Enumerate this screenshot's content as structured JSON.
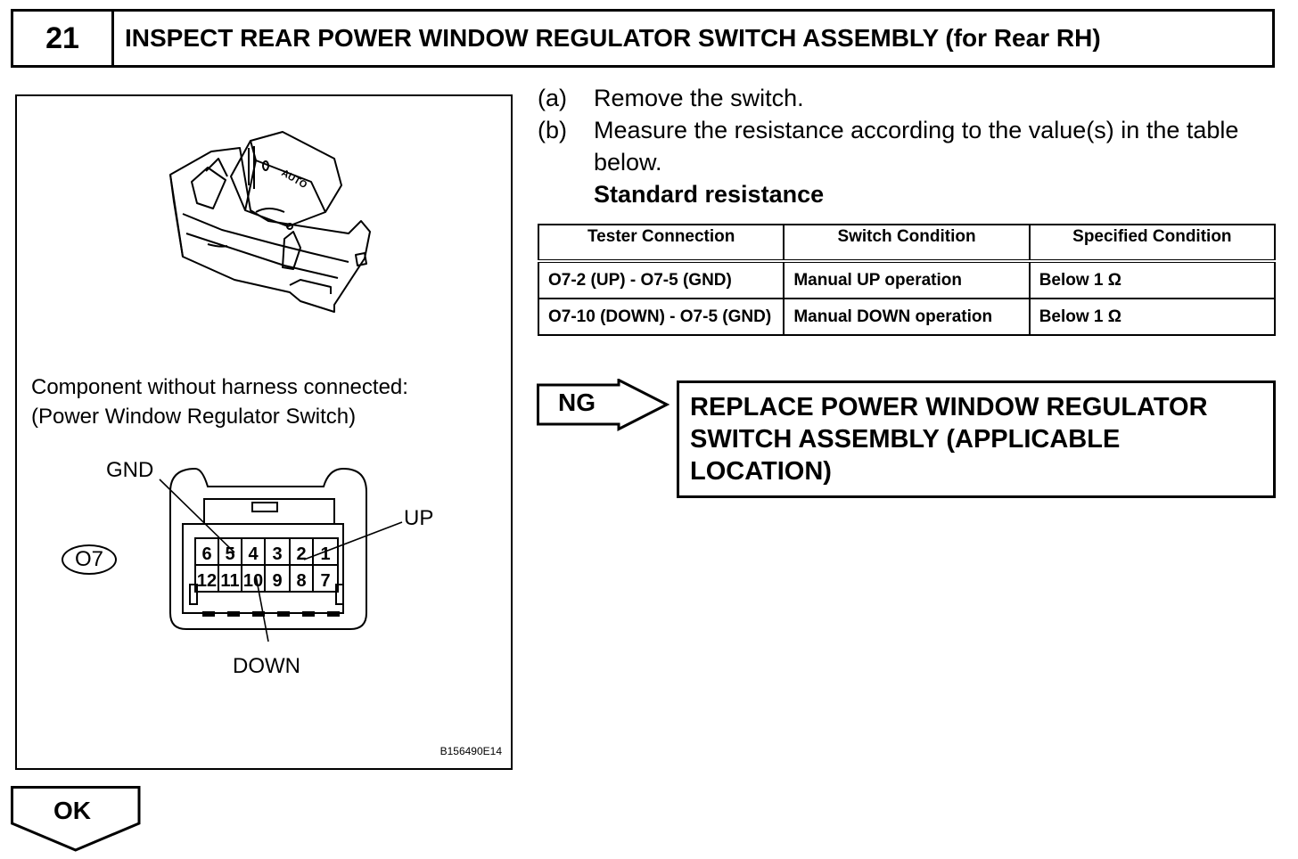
{
  "header": {
    "step_number": "21",
    "title": "INSPECT REAR POWER WINDOW REGULATOR SWITCH ASSEMBLY (for Rear RH)"
  },
  "figure": {
    "caption_line1": "Component without harness connected:",
    "caption_line2": "(Power Window Regulator Switch)",
    "connector_id": "O7",
    "label_gnd": "GND",
    "label_up": "UP",
    "label_down": "DOWN",
    "knob_text": "AUTO",
    "pins_top": [
      "6",
      "5",
      "4",
      "3",
      "2",
      "1"
    ],
    "pins_bottom": [
      "12",
      "11",
      "10",
      "9",
      "8",
      "7"
    ],
    "figure_code": "B156490E14"
  },
  "instructions": [
    {
      "mark": "(a)",
      "text": "Remove the switch."
    },
    {
      "mark": "(b)",
      "text": "Measure the resistance according to the value(s) in the table below."
    }
  ],
  "standard_heading": "Standard resistance",
  "table": {
    "headers": [
      "Tester Connection",
      "Switch Condition",
      "Specified Condition"
    ],
    "rows": [
      [
        "O7-2 (UP) - O7-5 (GND)",
        "Manual UP operation",
        "Below 1 Ω"
      ],
      [
        "O7-10 (DOWN) - O7-5 (GND)",
        "Manual DOWN operation",
        "Below 1 Ω"
      ]
    ]
  },
  "ng": {
    "label": "NG",
    "result": "REPLACE POWER WINDOW REGULATOR SWITCH ASSEMBLY (APPLICABLE LOCATION)"
  },
  "ok": {
    "label": "OK"
  }
}
